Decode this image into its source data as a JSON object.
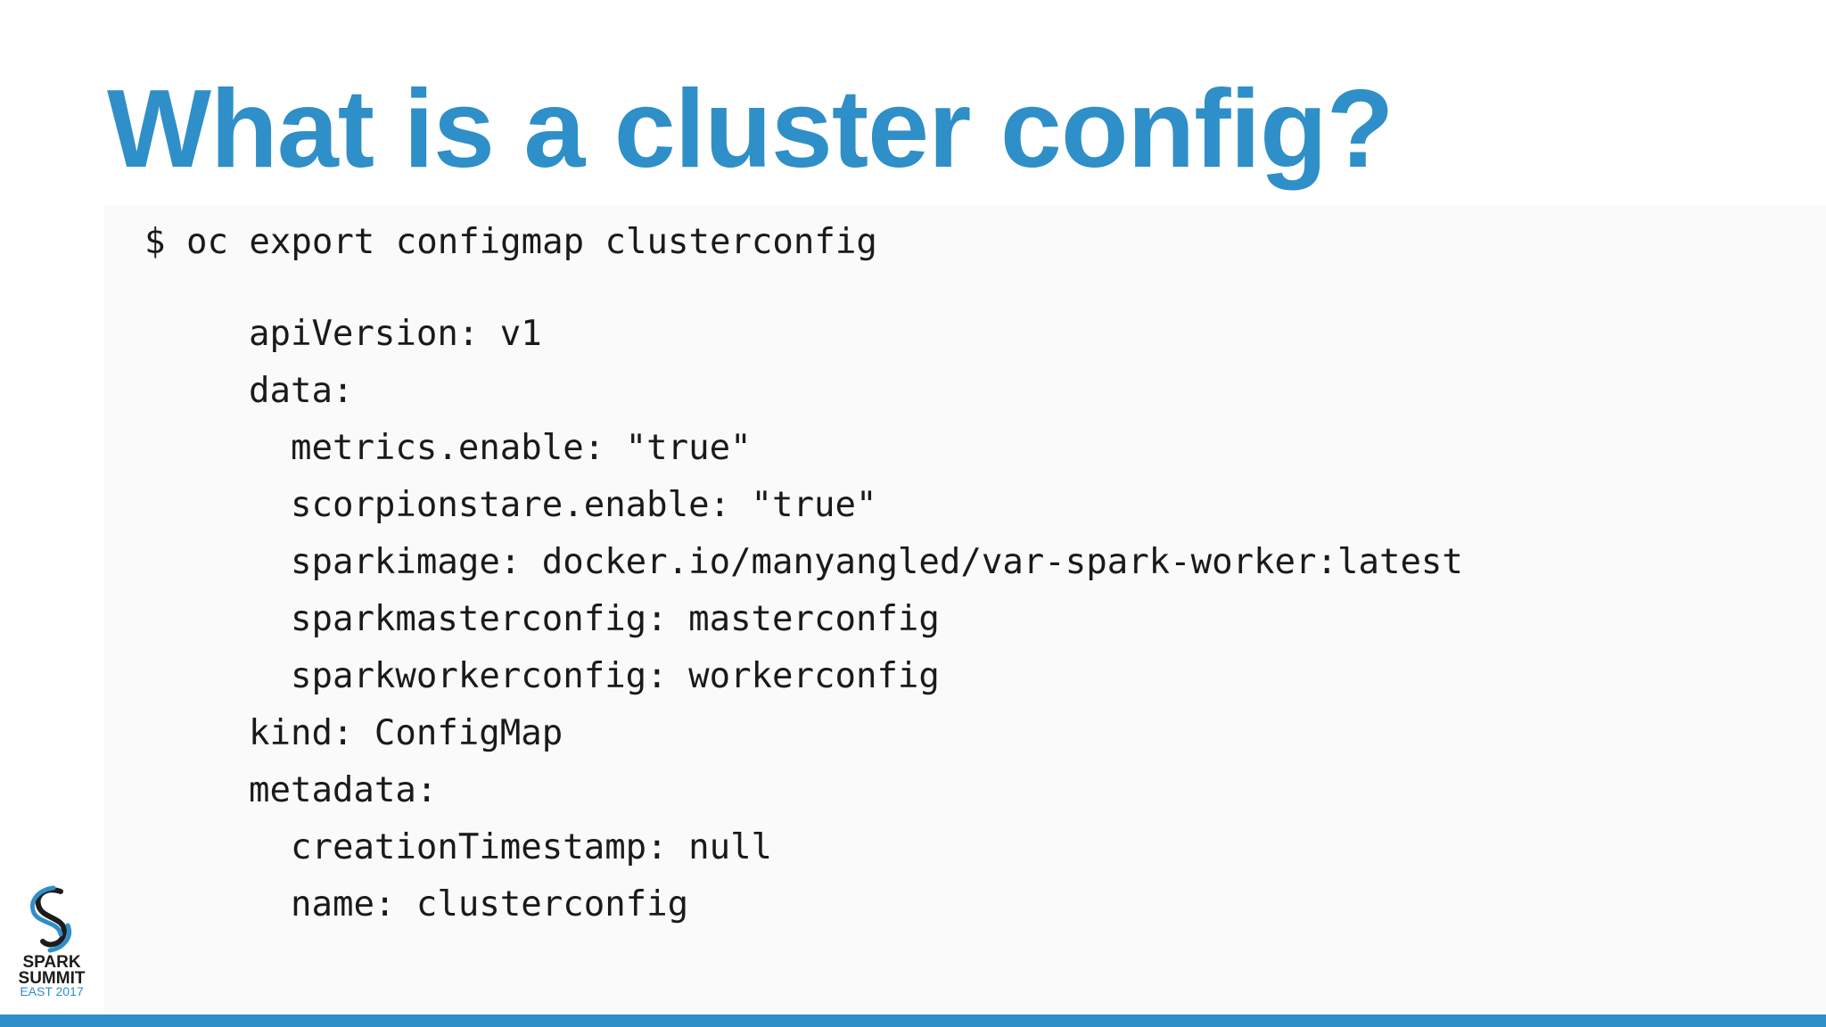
{
  "slide": {
    "title": "What is a cluster config?",
    "command": "$ oc export configmap clusterconfig",
    "yaml_lines": [
      {
        "indent": 0,
        "text": "apiVersion: v1"
      },
      {
        "indent": 0,
        "text": "data:"
      },
      {
        "indent": 1,
        "text": "metrics.enable: \"true\""
      },
      {
        "indent": 1,
        "text": "scorpionstare.enable: \"true\""
      },
      {
        "indent": 1,
        "text": "sparkimage: docker.io/manyangled/var-spark-worker:latest"
      },
      {
        "indent": 1,
        "text": "sparkmasterconfig: masterconfig"
      },
      {
        "indent": 1,
        "text": "sparkworkerconfig: workerconfig"
      },
      {
        "indent": 0,
        "text": "kind: ConfigMap"
      },
      {
        "indent": 0,
        "text": "metadata:"
      },
      {
        "indent": 1,
        "text": "creationTimestamp: null"
      },
      {
        "indent": 1,
        "text": "name: clusterconfig"
      }
    ]
  },
  "logo": {
    "line1": "SPARK",
    "line2": "SUMMIT",
    "line3": "EAST 2017",
    "icon": "spark-summit-swirl-icon"
  },
  "colors": {
    "accent": "#2f8fc8",
    "text": "#1a1a1a",
    "code_background": "#fafafa"
  }
}
